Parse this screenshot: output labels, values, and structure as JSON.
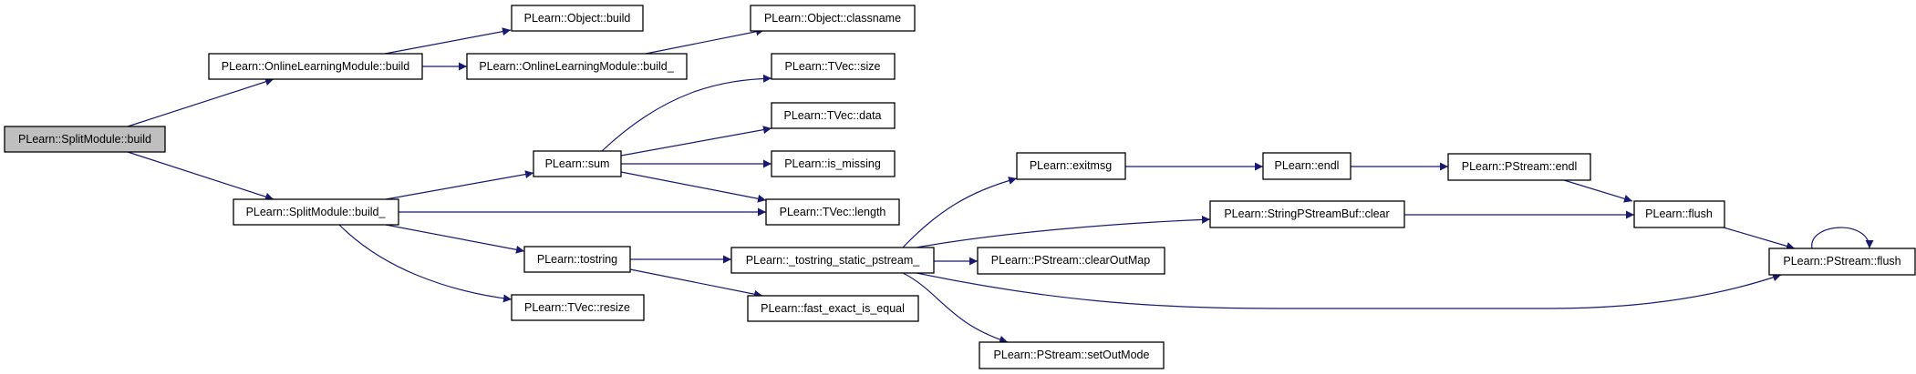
{
  "graph": {
    "edge_color": "#191970",
    "root_fill": "#bfbfbf",
    "nodes": {
      "split_build": "PLearn::SplitModule::build",
      "olm_build": "PLearn::OnlineLearningModule::build",
      "object_build": "PLearn::Object::build",
      "olm_build_": "PLearn::OnlineLearningModule::build_",
      "object_classname": "PLearn::Object::classname",
      "split_build_": "PLearn::SplitModule::build_",
      "sum": "PLearn::sum",
      "tvec_size": "PLearn::TVec::size",
      "tvec_data": "PLearn::TVec::data",
      "is_missing": "PLearn::is_missing",
      "tvec_length": "PLearn::TVec::length",
      "tostring": "PLearn::tostring",
      "tvec_resize": "PLearn::TVec::resize",
      "tostring_static": "PLearn::_tostring_static_pstream_",
      "fast_exact": "PLearn::fast_exact_is_equal",
      "exitmsg": "PLearn::exitmsg",
      "endl": "PLearn::endl",
      "pstream_endl": "PLearn::PStream::endl",
      "spsb_clear": "PLearn::StringPStreamBuf::clear",
      "flush": "PLearn::flush",
      "clear_out_map": "PLearn::PStream::clearOutMap",
      "pstream_flush": "PLearn::PStream::flush",
      "set_out_mode": "PLearn::PStream::setOutMode"
    }
  }
}
